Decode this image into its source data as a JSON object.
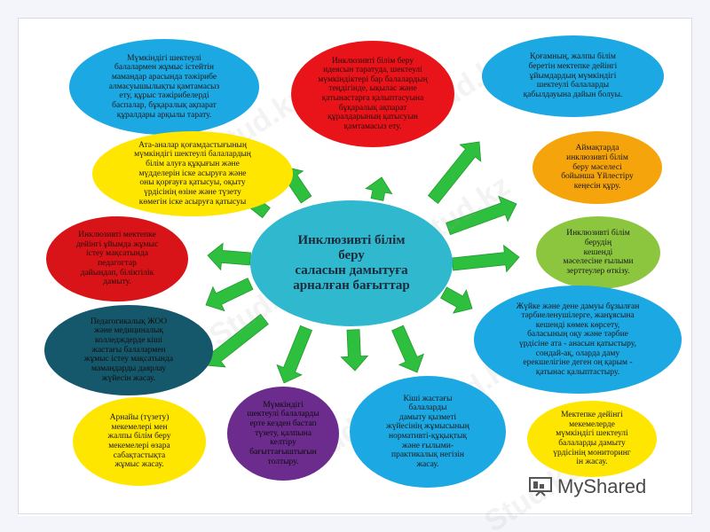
{
  "diagram": {
    "center": [
      "Инклюзивті білім",
      "беру",
      "саласын дамытуға",
      "арналған бағыттар"
    ],
    "nodes": [
      {
        "id": "n1",
        "color": "#1ca8e3",
        "text_color": "#1a1a1a",
        "lines": [
          "Мүмкіндігі шектеулі",
          "балалармен жұмыс істейтін",
          "мамандар арасында тәжірибе",
          "алмасуышылықты қамтамасыз",
          "ету, құрыс тәжірибелерді",
          "баспалар, бұқаралық ақпарат",
          "құралдары арқылы тарату."
        ]
      },
      {
        "id": "n2",
        "color": "#e8141a",
        "text_color": "#2a0a0a",
        "lines": [
          "Инклюзивті білім беру",
          "идеясын таратуда, шектеулі",
          "мүмкіндіктері бар балалардың",
          "теңдігінде, ықылас және",
          "қатынастарға қалыптасуына",
          "бұқаралық ақпарат",
          "құралдарының қатысуын",
          "қамтамасыз ету."
        ]
      },
      {
        "id": "n3",
        "color": "#1ca8e3",
        "text_color": "#1a1a1a",
        "lines": [
          "Қоғамның, жалпы білім",
          "беретін мектепке дейінгі",
          "ұйымдардың мүмкіндігі",
          "шектеулі балаларды",
          "қабылдауына дайын болуы."
        ]
      },
      {
        "id": "n4",
        "color": "#ffe600",
        "text_color": "#1a1a1a",
        "lines": [
          "Ата-аналар қоғамдастығының",
          "мүмкіндігі шектеулі балалардың",
          "білім алуға құқығын және",
          "мүдделерін іске асыруға және",
          "оны қорғауға қатысуы, оқыту",
          "үрдісінің өзіне және түзету",
          "көмегін іске асыруға қатысуы"
        ]
      },
      {
        "id": "n5",
        "color": "#f6a40c",
        "text_color": "#1a1a1a",
        "lines": [
          "Аймақтарда",
          "инклюзивті білім",
          "беру мәселесі",
          "бойынша Үйлестіру",
          "кеңесін құру."
        ]
      },
      {
        "id": "n6",
        "color": "#d81418",
        "text_color": "#2a0a0a",
        "lines": [
          "Инклюзивті мектепке",
          "дейінгі ұйымда жұмыс",
          "істеу мақсатында",
          "педагогтар",
          "дайындап, біліктілік",
          "дамыту."
        ]
      },
      {
        "id": "n7",
        "color": "#8cc63f",
        "text_color": "#1a1a1a",
        "lines": [
          "Инклюзивті білім",
          "берудің",
          "кешенді",
          "мәселесіне ғылыми",
          "зерттеулер өткізу."
        ]
      },
      {
        "id": "n8",
        "color": "#16586b",
        "text_color": "#0d0d0d",
        "lines": [
          "Педагогикалық ЖОО",
          "және медициналық",
          "колледждерде кіші",
          "жастағы балалармен",
          "жұмыс істеу мақсатында",
          "мамандарды даярлау",
          "жүйесін жасау."
        ]
      },
      {
        "id": "n9",
        "color": "#1ca8e3",
        "text_color": "#1a1a1a",
        "lines": [
          "Жүйке және дене дамуы бұзылған",
          "тәрбиеленушілерге, жанұясына",
          "кешенді көмек көрсету,",
          "баласының оқу және тәрбие",
          "үрдісіне ата - анасын қатыстыру,",
          "сондай-ақ, оларда даму",
          "ерекшелігіне деген оң қарым -",
          "қатынас қалыптастыру."
        ]
      },
      {
        "id": "n10",
        "color": "#ffe600",
        "text_color": "#1a1a1a",
        "lines": [
          "Арнайы (түзету)",
          "мекемелері мен",
          "жалпы білім беру",
          "мекемелері өзара",
          "сабақтастықта",
          "жұмыс жасау."
        ]
      },
      {
        "id": "n11",
        "color": "#6c2c8e",
        "text_color": "#0a0a0a",
        "lines": [
          "Мүмкіндігі",
          "шектеулі балаларды",
          "ерте кезден бастап",
          "түзету, қалпына",
          "келтіру",
          "бағыттағыштығын",
          "толтыру."
        ]
      },
      {
        "id": "n12",
        "color": "#1ca8e3",
        "text_color": "#1a1a1a",
        "lines": [
          "Кіші жастағы",
          "балаларды",
          "дамыту қызметі",
          "жүйесінің жұмысының",
          "нормативті-құқықтық",
          "және ғылыми-",
          "практикалық негізін",
          "жасау."
        ]
      },
      {
        "id": "n13",
        "color": "#ffe600",
        "text_color": "#1a1a1a",
        "lines": [
          "Мектепке дейінгі",
          "мекемелерде",
          "мүмкіндігі шектеулі",
          "балаларды дамыту",
          "үрдісінің мониторинг",
          "ін жасау."
        ]
      }
    ]
  },
  "logo": {
    "text": "MyShared"
  },
  "watermark": {
    "text": "Stud.kz"
  },
  "colors": {
    "center": "#30b8ce",
    "arrow": "#2fbf3f",
    "frame": "#f4f5fa"
  }
}
